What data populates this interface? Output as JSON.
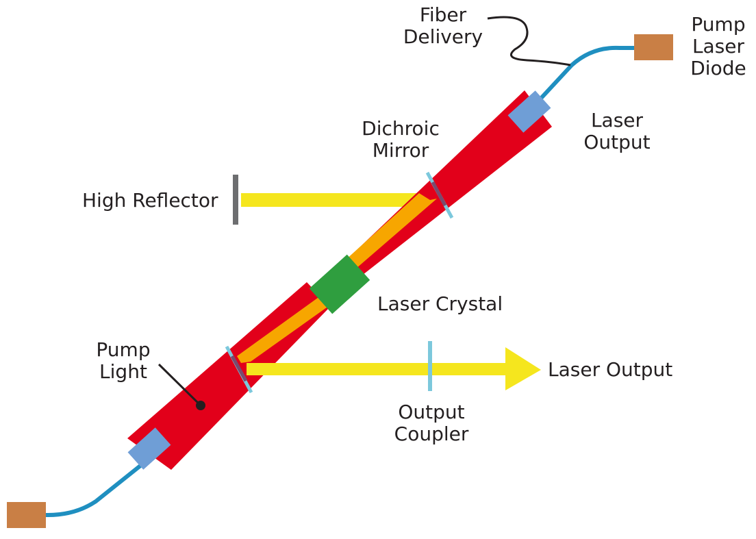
{
  "labels": {
    "fiber_delivery": [
      "Fiber",
      "Delivery"
    ],
    "pump_laser_diode": [
      "Pump",
      "Laser",
      "Diode"
    ],
    "laser_output_top": [
      "Laser",
      "Output"
    ],
    "dichroic_mirror": [
      "Dichroic",
      "Mirror"
    ],
    "high_reflector": "High Reflector",
    "laser_crystal": "Laser Crystal",
    "pump_light": [
      "Pump",
      "Light"
    ],
    "laser_output_right": "Laser Output",
    "output_coupler": [
      "Output",
      "Coupler"
    ]
  },
  "colors": {
    "pump_beam": "#e2001a",
    "laser_beam": "#f5e61e",
    "laser_in_pump": "#f7a600",
    "crystal": "#2f9e3f",
    "collimator": "#6f9ed6",
    "fiber": "#1f8fc0",
    "diode": "#c97f45",
    "mirror": "#7cc8dc",
    "reflector": "#6d6e70",
    "text": "#231f20"
  }
}
